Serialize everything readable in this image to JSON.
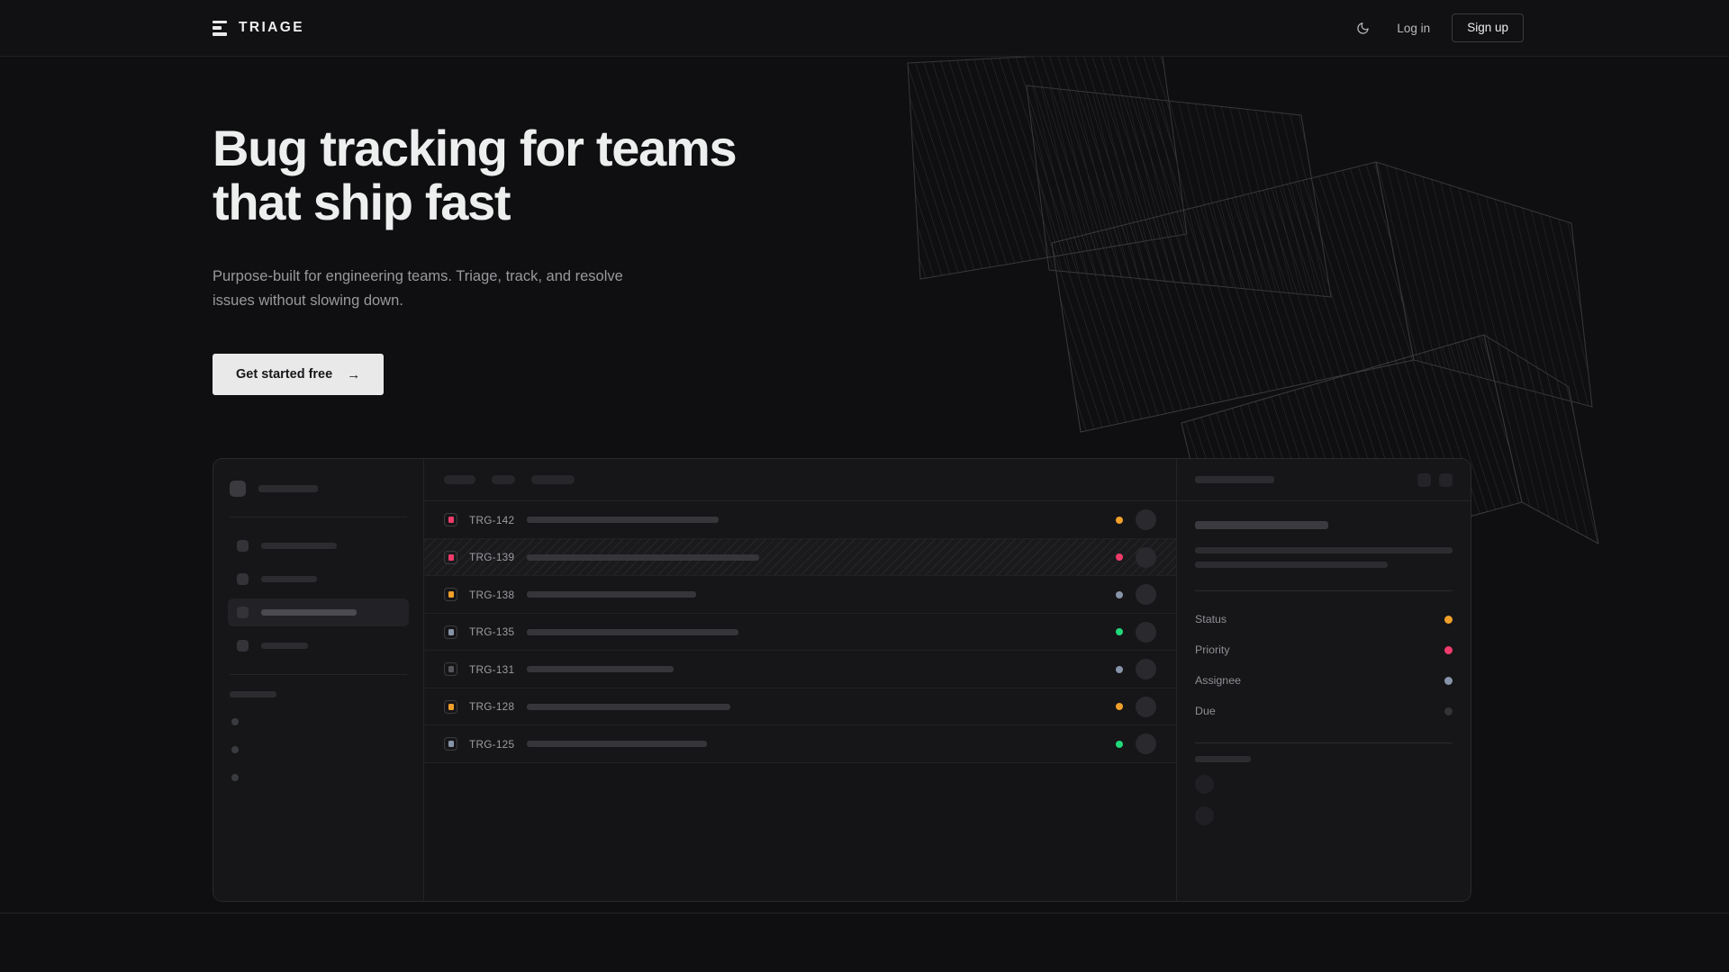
{
  "theme": {
    "page_bg": "#0f0f11",
    "panel_bg": "#161618",
    "border": "#2a2a2e",
    "text_primary": "#edeeee",
    "text_muted": "#99999d",
    "accent_button_bg": "#e9e9e9",
    "status_orange": "#f0a02a",
    "status_pink": "#ef3b6b",
    "status_green": "#21d97a",
    "status_blue_grey": "#8794a8",
    "status_grey": "#3a3a3f"
  },
  "navbar": {
    "brand": "TRIAGE",
    "logo_icon": "stacked-bars-icon",
    "theme_toggle_icon": "moon-icon",
    "login_label": "Log in",
    "signup_label": "Sign up"
  },
  "hero": {
    "headline_line1": "Bug tracking for teams",
    "headline_line2": "that ship fast",
    "subhead": "Purpose-built for engineering teams. Triage, track, and resolve issues without slowing down.",
    "cta_label": "Get started free",
    "cta_arrow": "→"
  },
  "mockup": {
    "sidebar": {
      "workspace_width": 66,
      "nav_items": [
        {
          "width": 84,
          "active": false
        },
        {
          "width": 62,
          "active": false
        },
        {
          "width": 106,
          "active": true
        },
        {
          "width": 52,
          "active": false
        }
      ],
      "section_label_width": 52,
      "mini_dots": 3
    },
    "toolbar": {
      "chips": [
        26,
        20,
        38
      ]
    },
    "issues": [
      {
        "id": "TRG-142",
        "badge": "#ef3b6b",
        "title_width": 213,
        "status": "#f0a02a",
        "hatched": false
      },
      {
        "id": "TRG-139",
        "badge": "#ef3b6b",
        "title_width": 258,
        "status": "#ef3b6b",
        "hatched": true
      },
      {
        "id": "TRG-138",
        "badge": "#f0a02a",
        "title_width": 188,
        "status": "#8794a8",
        "hatched": false
      },
      {
        "id": "TRG-135",
        "badge": "#8794a8",
        "title_width": 235,
        "status": "#21d97a",
        "hatched": false
      },
      {
        "id": "TRG-131",
        "badge": "#55555c",
        "title_width": 163,
        "status": "#8794a8",
        "hatched": false
      },
      {
        "id": "TRG-128",
        "badge": "#f0a02a",
        "title_width": 226,
        "status": "#f0a02a",
        "hatched": false
      },
      {
        "id": "TRG-125",
        "badge": "#8794a8",
        "title_width": 200,
        "status": "#21d97a",
        "hatched": false
      }
    ],
    "detail": {
      "header_skeleton_width": 88,
      "header_buttons": 2,
      "title_skeleton_width": 148,
      "desc_line_widths": [
        286,
        214
      ],
      "meta": [
        {
          "label": "Status",
          "dot": "#f0a02a"
        },
        {
          "label": "Priority",
          "dot": "#ef3b6b"
        },
        {
          "label": "Assignee",
          "dot": "#8794a8"
        },
        {
          "label": "Due",
          "dot": "#333338"
        }
      ],
      "footer_label_width": 62,
      "footer_avatars": 2
    }
  }
}
